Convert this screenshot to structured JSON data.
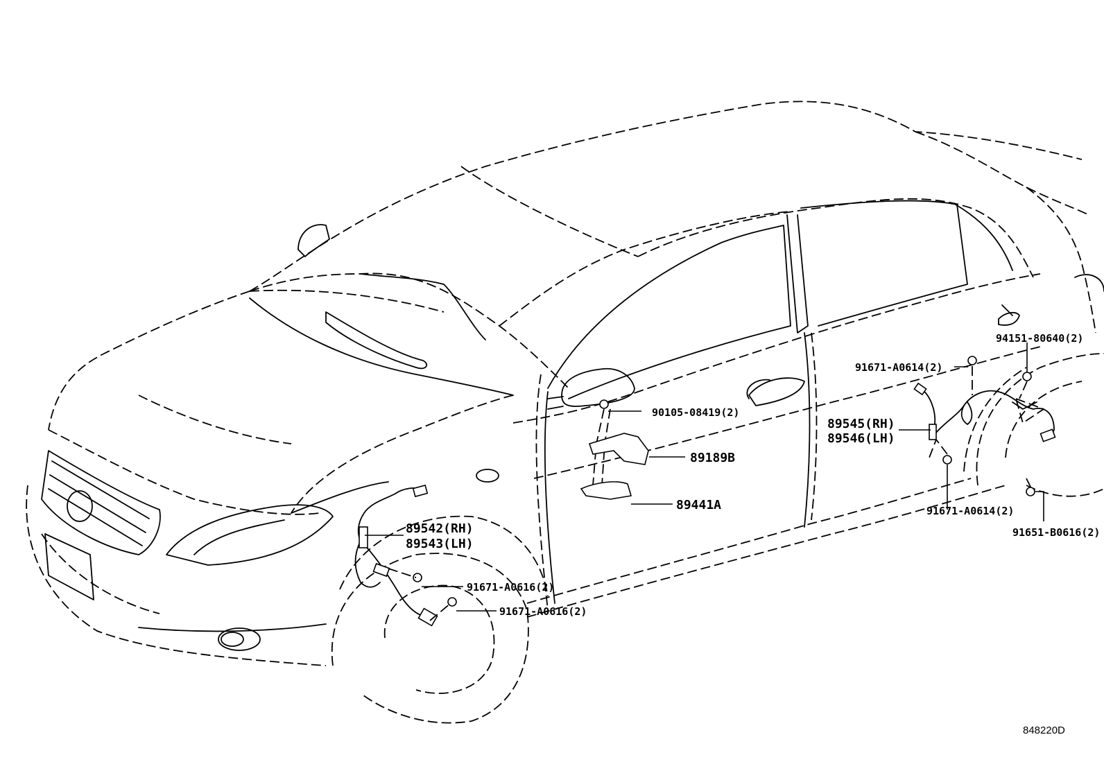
{
  "labels": {
    "p94151": "94151-80640(2)",
    "p91671_a": "91671-A0614(2)",
    "p89545": "89545(RH)",
    "p89546": "89546(LH)",
    "p90105": "90105-08419(2)",
    "p89189": "89189B",
    "p89441": "89441A",
    "p91671_b": "91671-A0614(2)",
    "p91651": "91651-B0616(2)",
    "p89542": "89542(RH)",
    "p89543": "89543(LH)",
    "p91671_c": "91671-A0616(2)",
    "p91671_d": "91671-A0616(2)"
  },
  "illustration_code": "848220D"
}
